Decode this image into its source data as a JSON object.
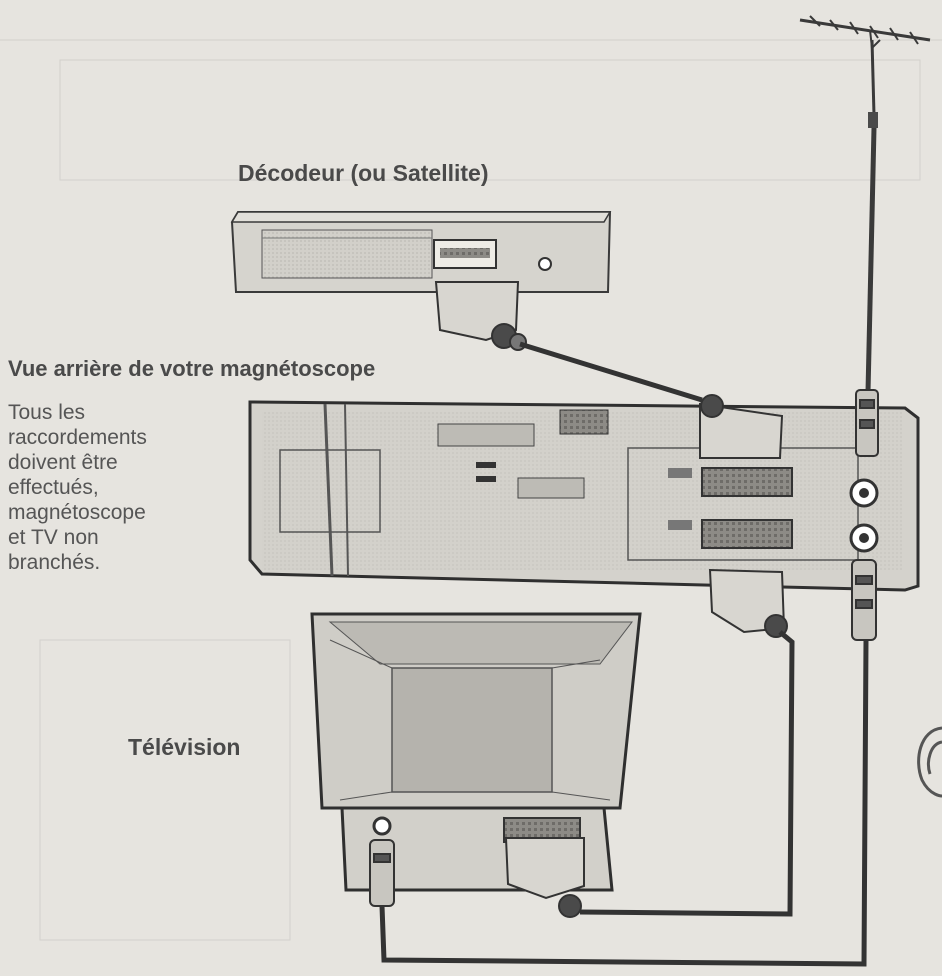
{
  "labels": {
    "decoder": "Décodeur (ou Satellite)",
    "vcr_rear": "Vue arrière de votre magnétoscope",
    "television": "Télévision"
  },
  "note": {
    "lines": [
      "Tous les",
      "raccordements",
      "doivent être",
      "effectués,",
      "magnétoscope",
      "et TV non",
      "branchés."
    ]
  },
  "components": [
    "antenna",
    "decoder",
    "vcr",
    "television",
    "scart-cable",
    "coaxial-cable"
  ],
  "colors": {
    "background": "#e6e4df",
    "device_fill": "#cfcdc7",
    "line": "#3a3a3a",
    "text": "#4a4a4a"
  }
}
